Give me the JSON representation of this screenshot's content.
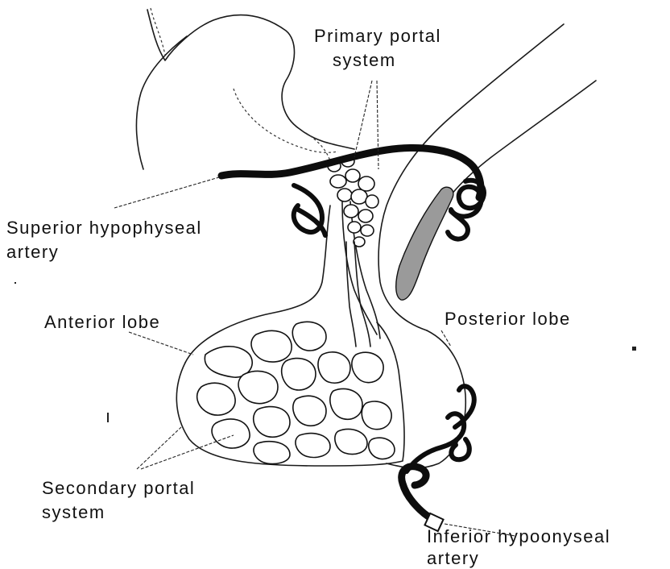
{
  "labels": {
    "primary_portal_line1": "Primary portal",
    "primary_portal_line2": "system",
    "superior_line1": "Superior hypophyseal",
    "superior_line2": "artery",
    "anterior_lobe": "Anterior lobe",
    "posterior_lobe": "Posterior lobe",
    "secondary_line1": "Secondary portal",
    "secondary_line2": "system",
    "inferior_line1": "Inferior hypoonyseal",
    "inferior_line2": "artery"
  }
}
